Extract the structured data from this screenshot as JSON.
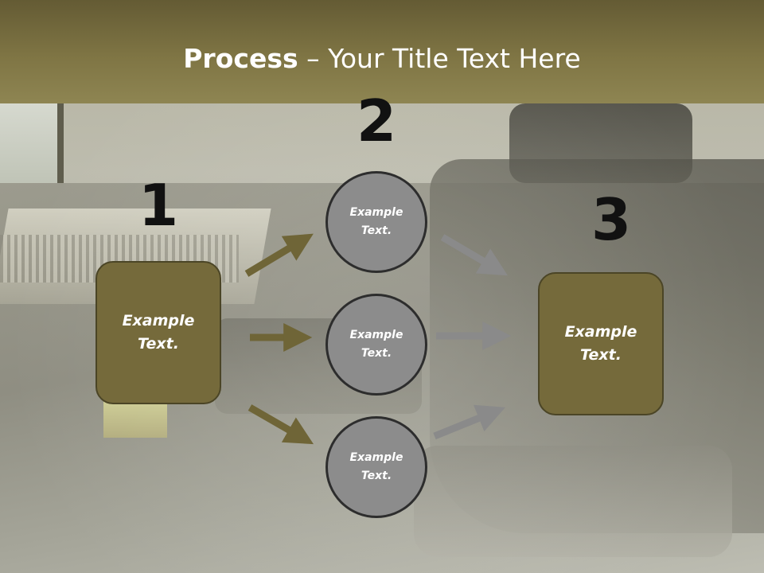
{
  "title": {
    "bold": "Process",
    "rest": " – Your Title Text Here"
  },
  "steps": [
    {
      "number": "1",
      "box": {
        "line1": "Example",
        "line2": "Text."
      }
    },
    {
      "number": "2"
    },
    {
      "number": "3",
      "box": {
        "line1": "Example",
        "line2": "Text."
      }
    }
  ],
  "circles": [
    {
      "line1": "Example",
      "line2": "Text."
    },
    {
      "line1": "Example",
      "line2": "Text."
    },
    {
      "line1": "Example",
      "line2": "Text."
    }
  ],
  "colors": {
    "box": "#756a3b",
    "left_arrows": "#6f6537",
    "right_arrows": "#8a8a8a",
    "circle": "#8c8c8c",
    "title_band": "#7f7544"
  }
}
